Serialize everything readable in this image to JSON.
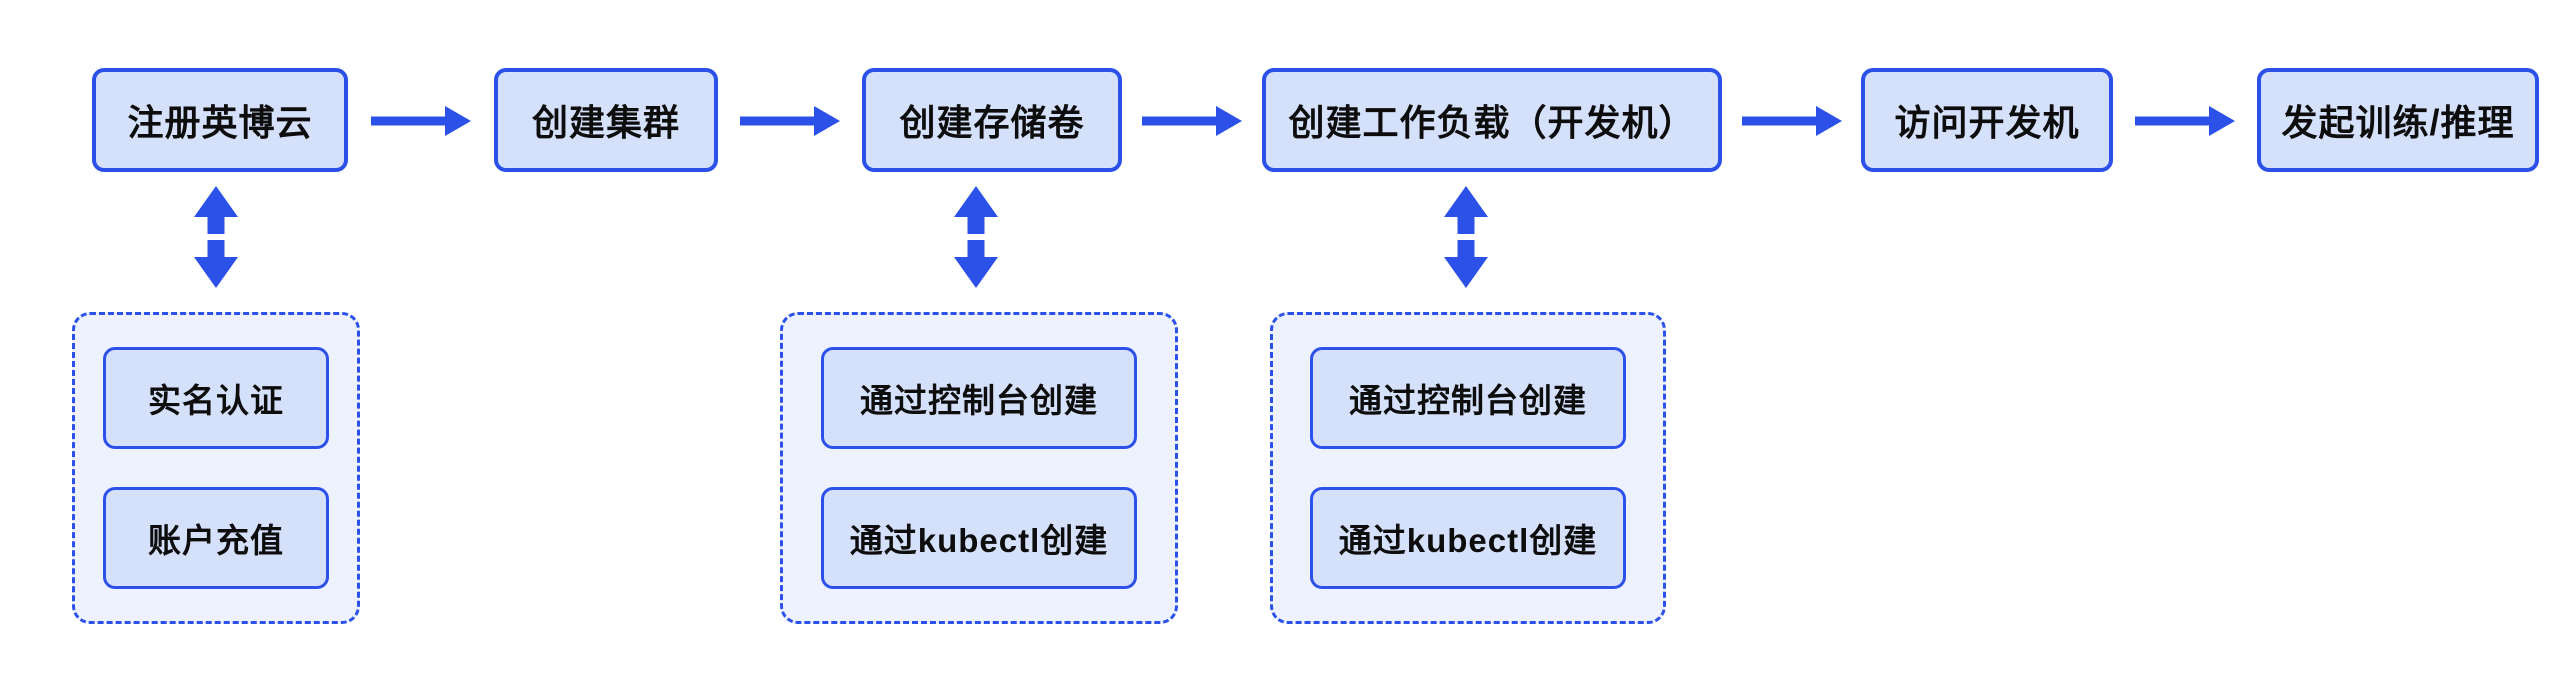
{
  "colors": {
    "accent_blue": "#2b51e8",
    "box_fill": "#d5e0fb",
    "group_fill": "#edf2fe",
    "text_color": "#0d0d0d",
    "canvas_bg": "#ffffff"
  },
  "flow": {
    "steps": [
      "注册英博云",
      "创建集群",
      "创建存储卷",
      "创建工作负载（开发机）",
      "访问开发机",
      "发起训练/推理"
    ],
    "groups": [
      {
        "items": [
          "实名认证",
          "账户充值"
        ]
      },
      {
        "items": [
          "通过控制台创建",
          "通过kubectl创建"
        ]
      },
      {
        "items": [
          "通过控制台创建",
          "通过kubectl创建"
        ]
      }
    ]
  }
}
